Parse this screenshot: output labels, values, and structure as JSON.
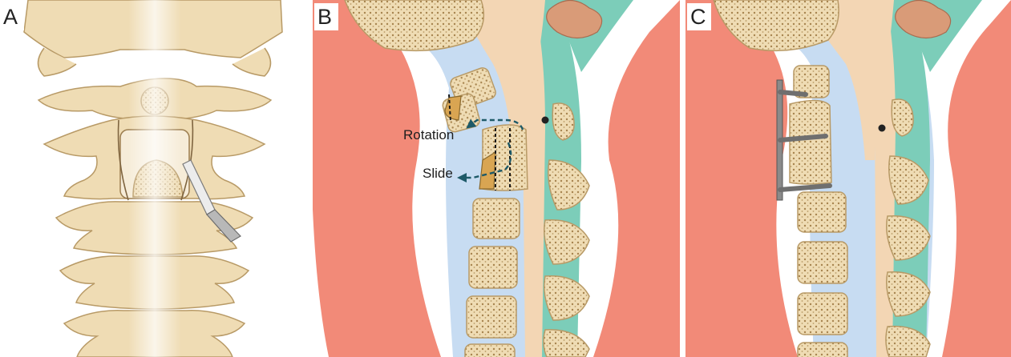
{
  "panels": [
    {
      "letter": "A"
    },
    {
      "letter": "B"
    },
    {
      "letter": "C"
    }
  ],
  "annotations": {
    "rotation": "Rotation",
    "slide": "Slide"
  },
  "colors": {
    "bone": "#efdcb4",
    "bone_outline": "#b89a66",
    "cancellous": "#e7cf9b",
    "soft_tissue": "#f28a78",
    "disc_space": "#c7dcf2",
    "cord": "#f3d6b4",
    "csf": "#7ccdb9",
    "screw": "#8a8a8a",
    "arrow": "#1e5a68",
    "brain": "#d99b78",
    "wound": "#d9a552"
  },
  "icons": [
    "scalpel-icon",
    "screw-plate-icon",
    "rotation-arrow-icon",
    "slide-arrow-icon"
  ]
}
